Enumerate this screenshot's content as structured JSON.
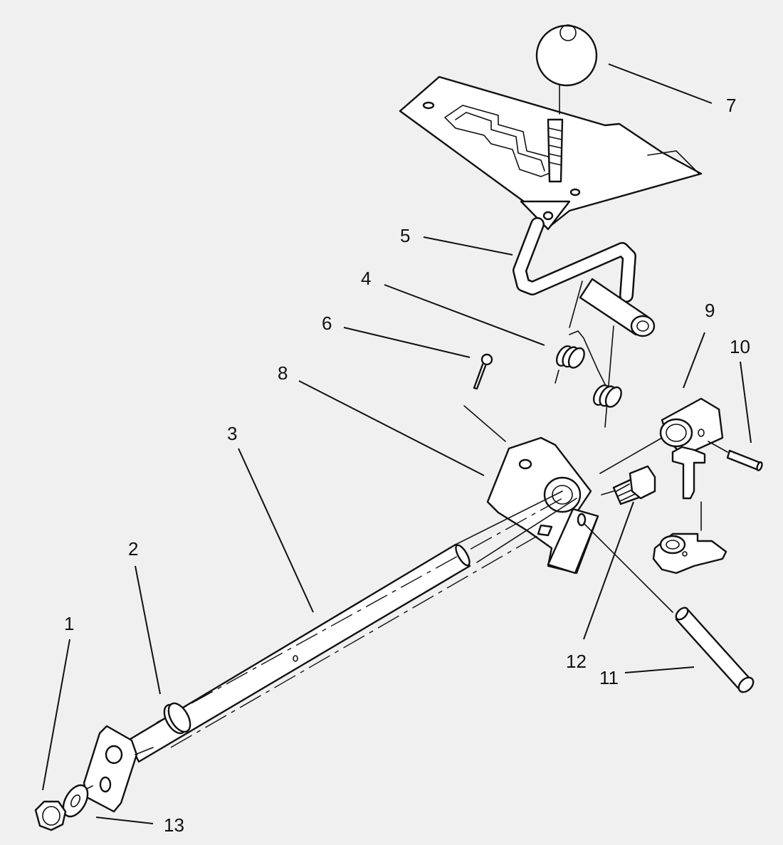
{
  "colors": {
    "background": "#f0f0f0",
    "line": "#111111",
    "part_fill": "#ffffff"
  },
  "callouts": [
    {
      "id": "1",
      "label": "1"
    },
    {
      "id": "2",
      "label": "2"
    },
    {
      "id": "3",
      "label": "3"
    },
    {
      "id": "4",
      "label": "4"
    },
    {
      "id": "5",
      "label": "5"
    },
    {
      "id": "6",
      "label": "6"
    },
    {
      "id": "7",
      "label": "7"
    },
    {
      "id": "8",
      "label": "8"
    },
    {
      "id": "9",
      "label": "9"
    },
    {
      "id": "10",
      "label": "10"
    },
    {
      "id": "11",
      "label": "11"
    },
    {
      "id": "12",
      "label": "12"
    },
    {
      "id": "13",
      "label": "13"
    }
  ]
}
